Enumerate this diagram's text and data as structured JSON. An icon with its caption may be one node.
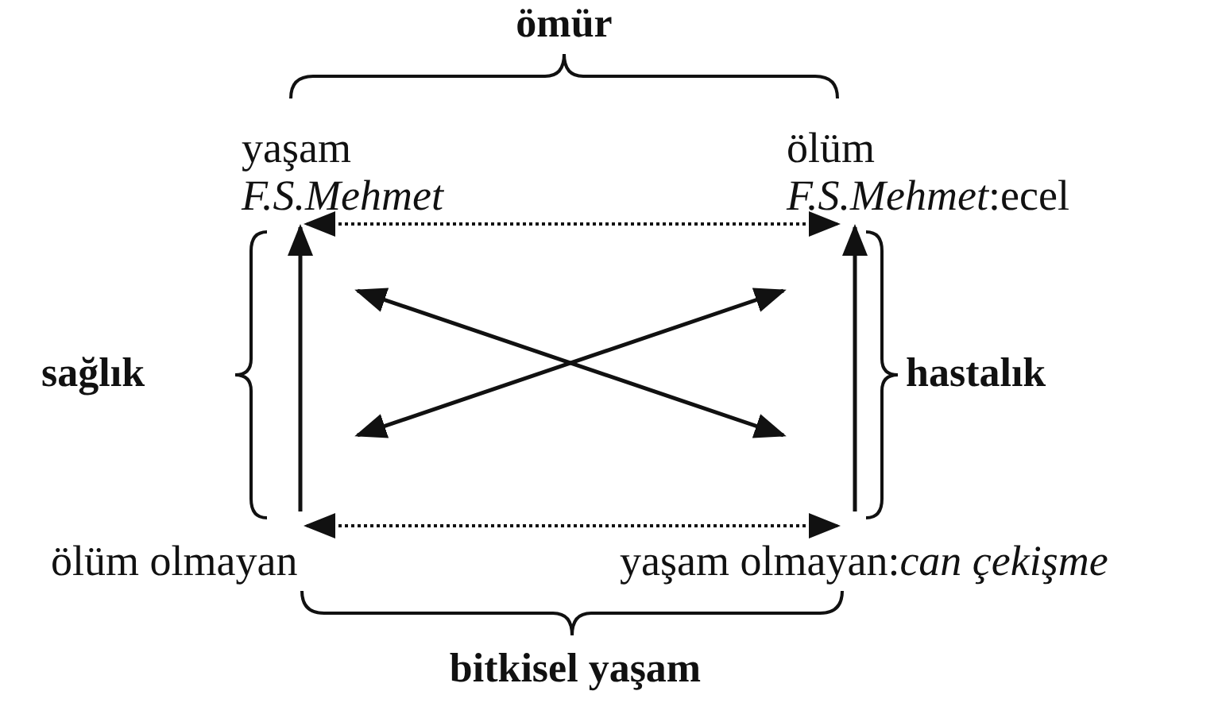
{
  "diagram": {
    "nodes": [
      {
        "text": [
          "yaşam",
          "F.S.Mehmet"
        ]
      },
      {
        "text": [
          "ölüm",
          "*F.S.Mehmet*:ecel"
        ]
      },
      {
        "text": [
          "ölüm olmayan"
        ]
      },
      {
        "text": [
          "yaşam olmayan:*can çekişme*"
        ]
      }
    ],
    "edges": [
      {
        "from": 0,
        "to": 1,
        "arrow": "both",
        "style": "dashed"
      },
      {
        "from": 0,
        "to": 3,
        "arrow": "both"
      },
      {
        "from": 1,
        "to": 2,
        "arrow": "both"
      },
      {
        "from": 2,
        "to": 0,
        "arrow": "to"
      },
      {
        "from": 3,
        "to": 1,
        "arrow": "to"
      },
      {
        "from": 2,
        "to": 3,
        "arrow": "both",
        "style": "dashed"
      }
    ],
    "labels": [
      "ömür",
      "sağlık",
      "hastalık",
      "bitkisel yaşam"
    ]
  }
}
